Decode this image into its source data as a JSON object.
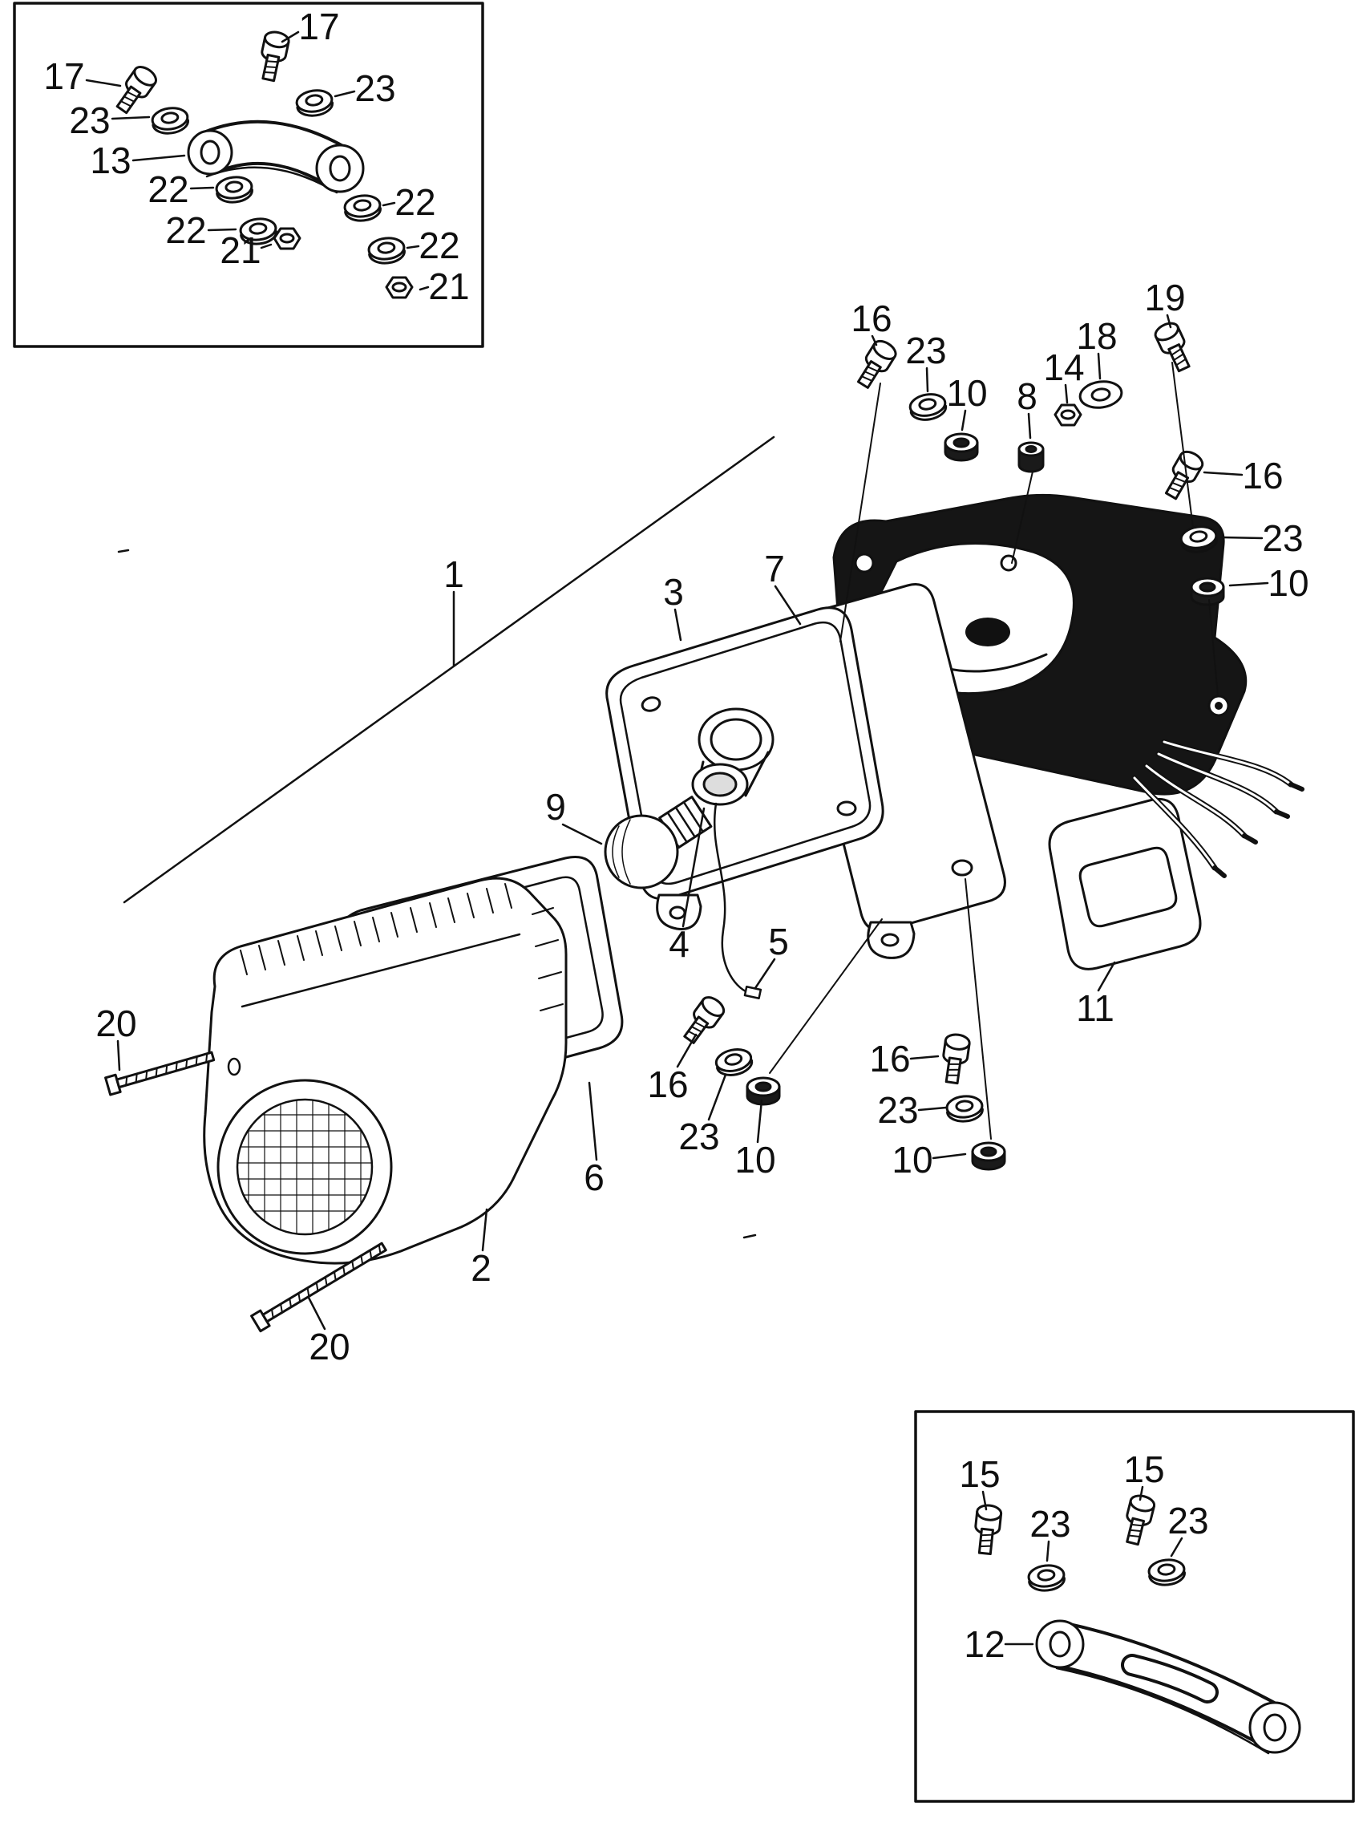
{
  "figure": {
    "style": {
      "ink": "#111111",
      "paper": "#ffffff"
    },
    "callouts": [
      {
        "label": "17"
      },
      {
        "label": "17"
      },
      {
        "label": "23"
      },
      {
        "label": "23"
      },
      {
        "label": "13"
      },
      {
        "label": "22"
      },
      {
        "label": "22"
      },
      {
        "label": "22"
      },
      {
        "label": "22"
      },
      {
        "label": "21"
      },
      {
        "label": "21"
      },
      {
        "label": "16"
      },
      {
        "label": "23"
      },
      {
        "label": "10"
      },
      {
        "label": "8"
      },
      {
        "label": "14"
      },
      {
        "label": "18"
      },
      {
        "label": "19"
      },
      {
        "label": "16"
      },
      {
        "label": "23"
      },
      {
        "label": "10"
      },
      {
        "label": "1"
      },
      {
        "label": "3"
      },
      {
        "label": "7"
      },
      {
        "label": "9"
      },
      {
        "label": "4"
      },
      {
        "label": "5"
      },
      {
        "label": "20"
      },
      {
        "label": "16"
      },
      {
        "label": "23"
      },
      {
        "label": "10"
      },
      {
        "label": "16"
      },
      {
        "label": "23"
      },
      {
        "label": "10"
      },
      {
        "label": "11"
      },
      {
        "label": "6"
      },
      {
        "label": "2"
      },
      {
        "label": "20"
      },
      {
        "label": "15"
      },
      {
        "label": "15"
      },
      {
        "label": "23"
      },
      {
        "label": "23"
      },
      {
        "label": "12"
      }
    ]
  }
}
